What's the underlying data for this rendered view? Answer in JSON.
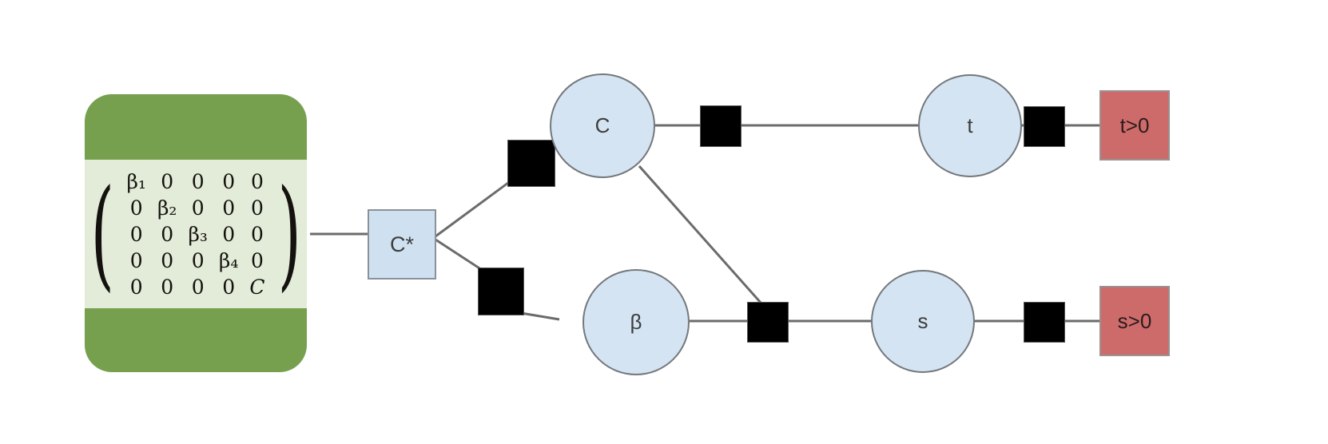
{
  "diagram": {
    "title": "petri-net-constraint-graph",
    "colors": {
      "green": "#76a04e",
      "matrix_band": "#e3ecd8",
      "place_blue": "#cfe0f0",
      "circle_blue": "#d4e4f2",
      "goal_red": "#cd6b6b",
      "transition_black": "#000000",
      "edge_gray": "#6b6b6b"
    },
    "matrix": {
      "label": "diagonal-parameter-matrix",
      "open_paren": "(",
      "close_paren": ")",
      "rows": [
        [
          "β₁",
          "0",
          "0",
          "0",
          "0"
        ],
        [
          "0",
          "β₂",
          "0",
          "0",
          "0"
        ],
        [
          "0",
          "0",
          "β₃",
          "0",
          "0"
        ],
        [
          "0",
          "0",
          "0",
          "β₄",
          "0"
        ],
        [
          "0",
          "0",
          "0",
          "0",
          "C"
        ]
      ]
    },
    "places": {
      "c_star": "C*",
      "c": "C",
      "beta": "β",
      "t": "t",
      "s": "s"
    },
    "goals": {
      "t_positive": "t>0",
      "s_positive": "s>0"
    },
    "transitions": [
      "transition-c-star-to-c",
      "transition-c-star-to-beta",
      "transition-c-to-t",
      "transition-t-to-goal",
      "transition-beta-c-to-s",
      "transition-s-to-goal"
    ]
  }
}
